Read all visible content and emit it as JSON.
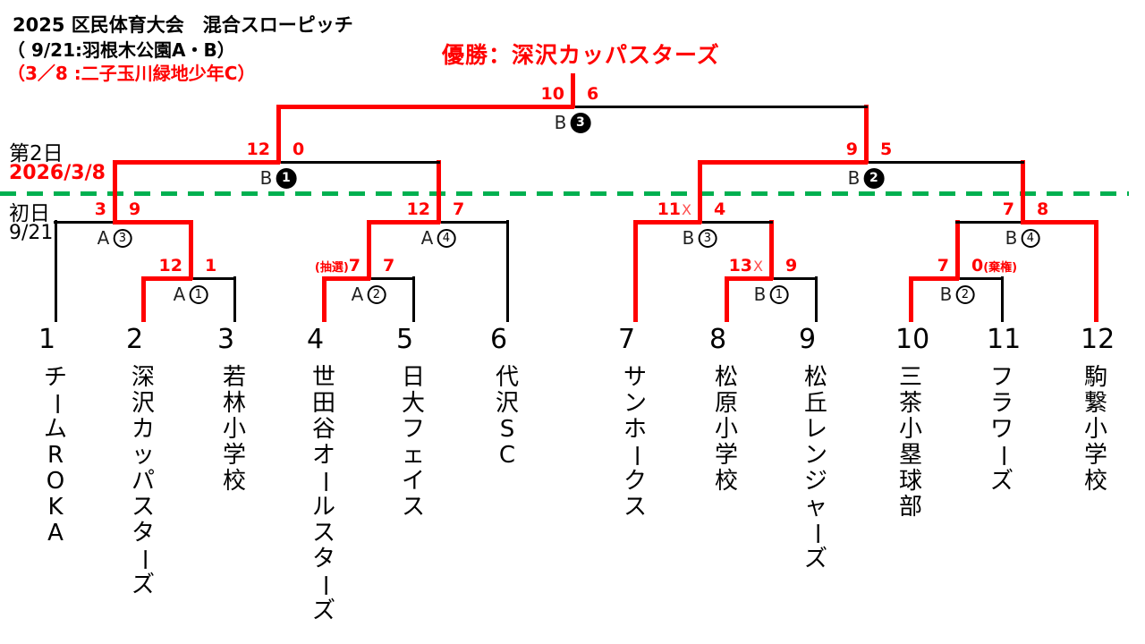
{
  "header": {
    "title": "2025 区民体育大会　混合スローピッチ",
    "venue_day1": "（ 9/21:羽根木公園A・B）",
    "venue_day2": "（3／8 :二子玉川緑地少年C）"
  },
  "champion_text": "優勝：深沢カッパスターズ",
  "schedule": {
    "day2_label": "第2日",
    "day2_date": "2026/3/8",
    "day1_label": "初日",
    "day1_date": "9/21"
  },
  "colors": {
    "winner_path": "#ff0000",
    "bracket_line": "#000000",
    "day_separator": "#00b050"
  },
  "teams": [
    {
      "num": "1",
      "name": "チームROKA",
      "advanced": false
    },
    {
      "num": "2",
      "name": "深沢カッパスターズ",
      "advanced": true
    },
    {
      "num": "3",
      "name": "若林小学校",
      "advanced": false
    },
    {
      "num": "4",
      "name": "世田谷オールスターズ",
      "advanced": true
    },
    {
      "num": "5",
      "name": "日大フェイス",
      "advanced": false
    },
    {
      "num": "6",
      "name": "代沢SC",
      "advanced": false
    },
    {
      "num": "7",
      "name": "サンホークス",
      "advanced": true
    },
    {
      "num": "8",
      "name": "松原小学校",
      "advanced": true
    },
    {
      "num": "9",
      "name": "松丘レンジャーズ",
      "advanced": false
    },
    {
      "num": "10",
      "name": "三茶小塁球部",
      "advanced": true
    },
    {
      "num": "11",
      "name": "フラワーズ",
      "advanced": false
    },
    {
      "num": "12",
      "name": "駒繋小学校",
      "advanced": true
    }
  ],
  "matches": [
    {
      "id": "A1",
      "label": {
        "letter": "A",
        "number": "1",
        "filled": false
      },
      "left_score": {
        "value": "12"
      },
      "right_score": {
        "value": "1"
      }
    },
    {
      "id": "A2",
      "label": {
        "letter": "A",
        "number": "2",
        "filled": false
      },
      "left_score": {
        "note_before": "(抽選)",
        "value": "7"
      },
      "right_score": {
        "value": "7"
      }
    },
    {
      "id": "A3",
      "label": {
        "letter": "A",
        "number": "3",
        "filled": false
      },
      "left_score": {
        "value": "3"
      },
      "right_score": {
        "value": "9"
      }
    },
    {
      "id": "A4",
      "label": {
        "letter": "A",
        "number": "4",
        "filled": false
      },
      "left_score": {
        "value": "12"
      },
      "right_score": {
        "value": "7"
      }
    },
    {
      "id": "B1",
      "label": {
        "letter": "B",
        "number": "1",
        "filled": false
      },
      "left_score": {
        "value": "13",
        "walkoff": "X"
      },
      "right_score": {
        "value": "9"
      }
    },
    {
      "id": "B2",
      "label": {
        "letter": "B",
        "number": "2",
        "filled": false
      },
      "left_score": {
        "value": "7"
      },
      "right_score": {
        "value": "0",
        "note_after": "(棄権)"
      }
    },
    {
      "id": "B3",
      "label": {
        "letter": "B",
        "number": "3",
        "filled": false
      },
      "left_score": {
        "value": "11",
        "walkoff": "X"
      },
      "right_score": {
        "value": "4"
      }
    },
    {
      "id": "B4",
      "label": {
        "letter": "B",
        "number": "4",
        "filled": false
      },
      "left_score": {
        "value": "7"
      },
      "right_score": {
        "value": "8"
      }
    },
    {
      "id": "SF1",
      "label": {
        "letter": "B",
        "number": "1",
        "filled": true
      },
      "left_score": {
        "value": "12"
      },
      "right_score": {
        "value": "0"
      }
    },
    {
      "id": "SF2",
      "label": {
        "letter": "B",
        "number": "2",
        "filled": true
      },
      "left_score": {
        "value": "9"
      },
      "right_score": {
        "value": "5"
      }
    },
    {
      "id": "F",
      "label": {
        "letter": "B",
        "number": "3",
        "filled": true
      },
      "left_score": {
        "value": "10"
      },
      "right_score": {
        "value": "6"
      }
    }
  ]
}
